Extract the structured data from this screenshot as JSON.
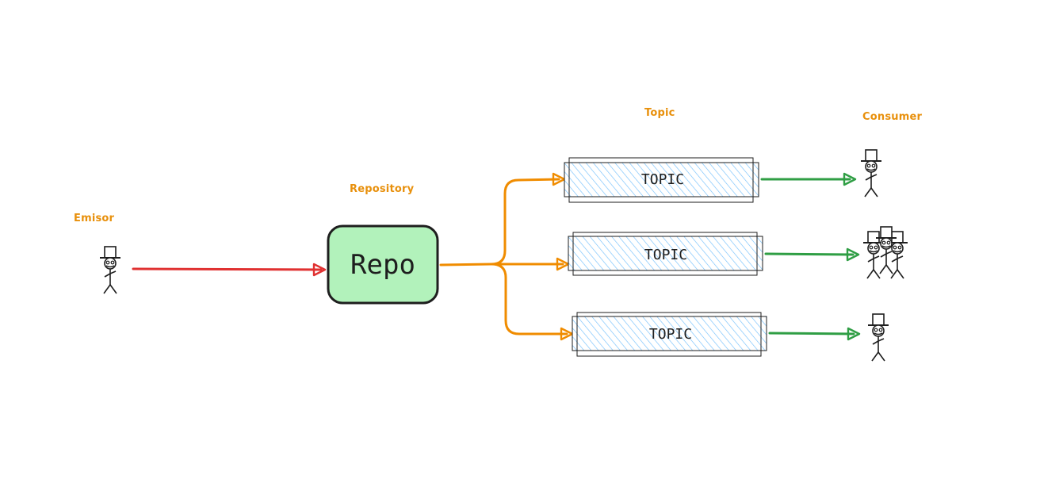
{
  "labels": {
    "emisor": "Emisor",
    "repository": "Repository",
    "topic": "Topic",
    "consumer": "Consumer"
  },
  "repo": {
    "text": "Repo"
  },
  "topics": [
    {
      "text": "TOPIC"
    },
    {
      "text": "TOPIC"
    },
    {
      "text": "TOPIC"
    }
  ],
  "colors": {
    "label": "#e8900c",
    "emisor_arrow": "#e03131",
    "repo_arrows": "#f08c00",
    "consumer_arrows": "#2f9e44",
    "repo_fill": "#b2f2bb",
    "topic_fill": "#a5d8ff",
    "stroke": "#1e1e1e"
  }
}
